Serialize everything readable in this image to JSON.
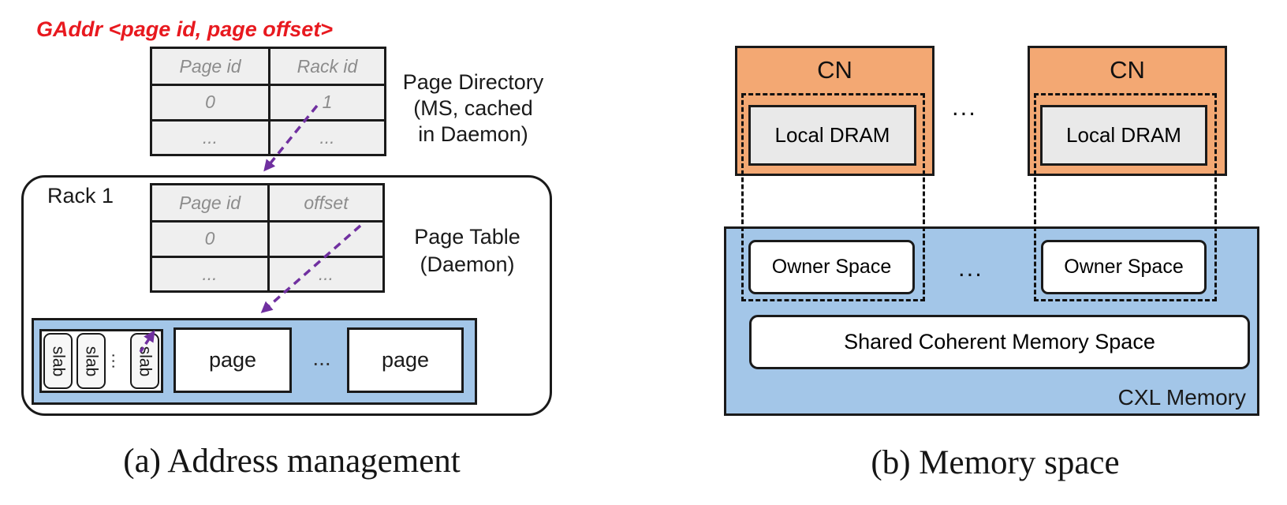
{
  "figure_a": {
    "gaddr_label": "GAddr <page id, page offset>",
    "page_directory": {
      "headers": [
        "Page id",
        "Rack id"
      ],
      "rows": [
        [
          "0",
          "1"
        ],
        [
          "...",
          "..."
        ]
      ],
      "label_lines": [
        "Page Directory",
        "(MS, cached",
        "in Daemon)"
      ]
    },
    "rack": {
      "label": "Rack 1",
      "page_table": {
        "headers": [
          "Page id",
          "offset"
        ],
        "rows": [
          [
            "0",
            ""
          ],
          [
            "...",
            "..."
          ]
        ],
        "label_lines": [
          "Page Table",
          "(Daemon)"
        ]
      },
      "memory_bar": {
        "slabs": [
          "slab",
          "slab",
          "slab"
        ],
        "slab_ellipsis": "...",
        "pages": [
          "page",
          "page"
        ],
        "page_ellipsis": "..."
      }
    },
    "caption": "(a)  Address management"
  },
  "figure_b": {
    "compute_nodes": [
      {
        "label": "CN",
        "dram": "Local DRAM"
      },
      {
        "label": "CN",
        "dram": "Local DRAM"
      }
    ],
    "cn_ellipsis": "...",
    "cxl": {
      "owner_spaces": [
        "Owner Space",
        "Owner Space"
      ],
      "owner_ellipsis": "...",
      "shared": "Shared Coherent Memory Space",
      "label": "CXL Memory"
    },
    "caption": "(b)  Memory space"
  },
  "colors": {
    "cn_orange": "#f3a873",
    "memory_blue": "#a3c6e8",
    "arrow_purple": "#7030a0",
    "gaddr_red": "#e8191f",
    "table_fill": "#efefef",
    "dram_gray": "#e9e9e9"
  }
}
